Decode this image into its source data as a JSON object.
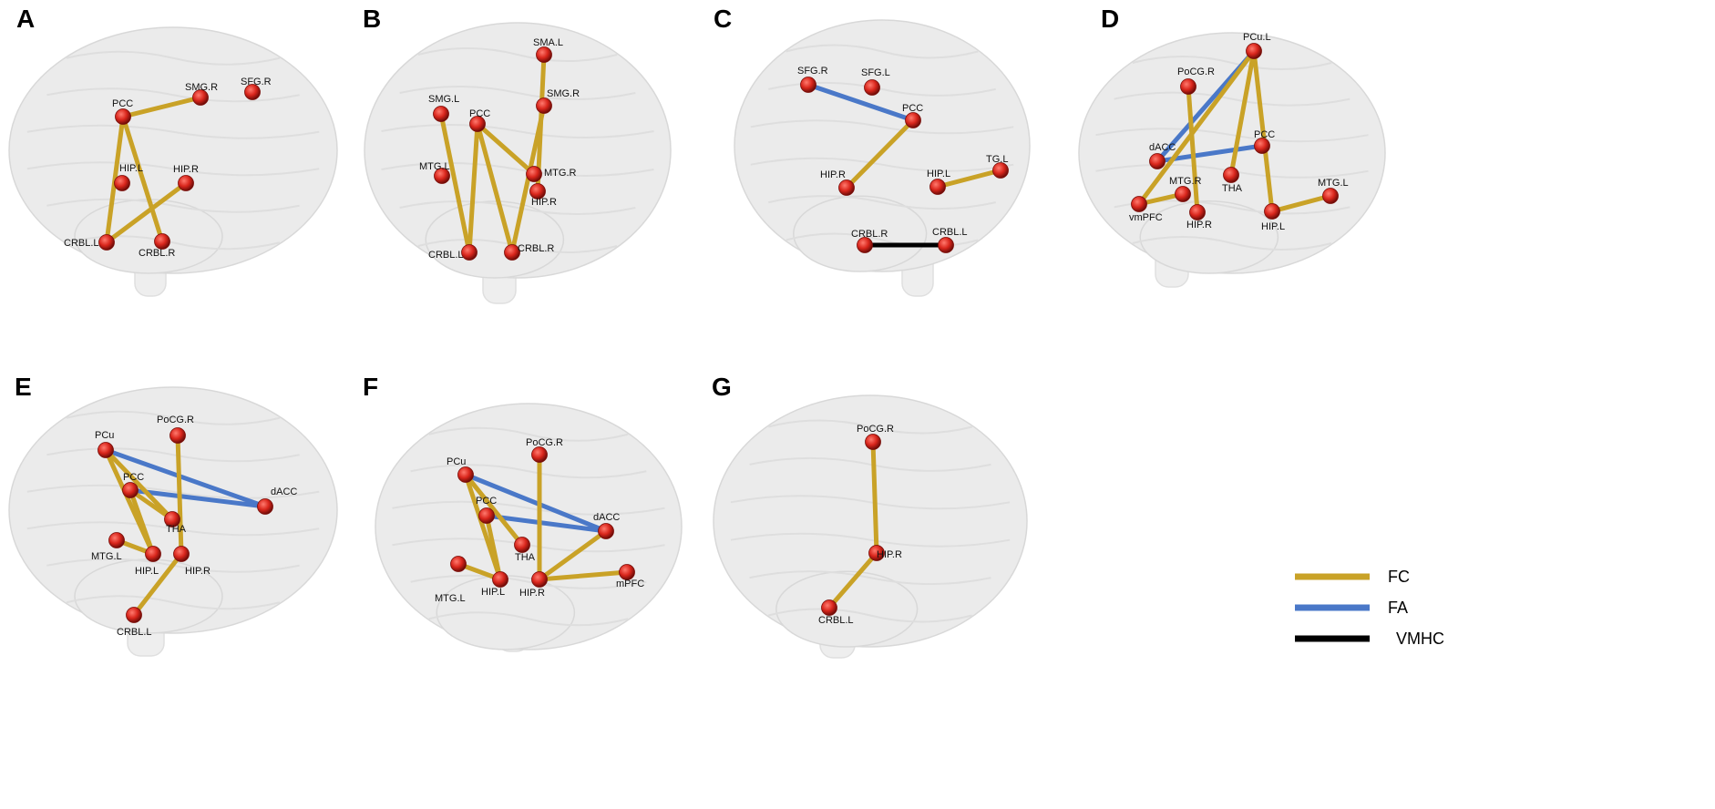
{
  "colors": {
    "FC": "#c9a227",
    "FA": "#4a78c8",
    "VMHC": "#000000",
    "node": "#d9261c"
  },
  "legend": [
    {
      "label": "FC",
      "color": "#c9a227"
    },
    {
      "label": "FA",
      "color": "#4a78c8"
    },
    {
      "label": "VMHC",
      "color": "#000000"
    }
  ],
  "panels": [
    {
      "letter": "A",
      "nodes": [
        "PCC",
        "SMG.R",
        "SFG.R",
        "HIP.L",
        "HIP.R",
        "CRBL.L",
        "CRBL.R"
      ],
      "edges": [
        {
          "from": "PCC",
          "to": "SMG.R",
          "type": "FC"
        },
        {
          "from": "PCC",
          "to": "CRBL.L",
          "type": "FC"
        },
        {
          "from": "PCC",
          "to": "CRBL.R",
          "type": "FC"
        },
        {
          "from": "CRBL.L",
          "to": "HIP.R",
          "type": "FC"
        }
      ]
    },
    {
      "letter": "B",
      "nodes": [
        "SMA.L",
        "SMG.L",
        "PCC",
        "SMG.R",
        "MTG.L",
        "MTG.R",
        "HIP.R",
        "CRBL.L",
        "CRBL.R"
      ],
      "edges": [
        {
          "from": "SMG.L",
          "to": "CRBL.L",
          "type": "FC"
        },
        {
          "from": "PCC",
          "to": "CRBL.L",
          "type": "FC"
        },
        {
          "from": "PCC",
          "to": "CRBL.R",
          "type": "FC"
        },
        {
          "from": "PCC",
          "to": "MTG.R",
          "type": "FC"
        },
        {
          "from": "SMA.L",
          "to": "HIP.R",
          "type": "FC"
        },
        {
          "from": "SMG.R",
          "to": "CRBL.R",
          "type": "FC"
        }
      ]
    },
    {
      "letter": "C",
      "nodes": [
        "SFG.R",
        "SFG.L",
        "PCC",
        "HIP.R",
        "HIP.L",
        "TG.L",
        "CRBL.R",
        "CRBL.L"
      ],
      "edges": [
        {
          "from": "SFG.R",
          "to": "PCC",
          "type": "FA"
        },
        {
          "from": "PCC",
          "to": "HIP.R",
          "type": "FC"
        },
        {
          "from": "HIP.L",
          "to": "TG.L",
          "type": "FC"
        },
        {
          "from": "CRBL.R",
          "to": "CRBL.L",
          "type": "VMHC"
        }
      ]
    },
    {
      "letter": "D",
      "nodes": [
        "PCu.L",
        "PoCG.R",
        "dACC",
        "PCC",
        "MTG.R",
        "THA",
        "vmPFC",
        "HIP.R",
        "HIP.L",
        "MTG.L"
      ],
      "edges": [
        {
          "from": "PCu.L",
          "to": "dACC",
          "type": "FA"
        },
        {
          "from": "dACC",
          "to": "PCC",
          "type": "FA"
        },
        {
          "from": "PCu.L",
          "to": "vmPFC",
          "type": "FC"
        },
        {
          "from": "vmPFC",
          "to": "MTG.R",
          "type": "FC"
        },
        {
          "from": "PCu.L",
          "to": "THA",
          "type": "FC"
        },
        {
          "from": "PCu.L",
          "to": "HIP.L",
          "type": "FC"
        },
        {
          "from": "PoCG.R",
          "to": "HIP.R",
          "type": "FC"
        },
        {
          "from": "HIP.L",
          "to": "MTG.L",
          "type": "FC"
        }
      ]
    },
    {
      "letter": "E",
      "nodes": [
        "PCu",
        "PoCG.R",
        "PCC",
        "dACC",
        "THA",
        "MTG.L",
        "HIP.L",
        "HIP.R",
        "CRBL.L"
      ],
      "edges": [
        {
          "from": "PCu",
          "to": "dACC",
          "type": "FA"
        },
        {
          "from": "PCC",
          "to": "dACC",
          "type": "FA"
        },
        {
          "from": "PCu",
          "to": "THA",
          "type": "FC"
        },
        {
          "from": "PCu",
          "to": "HIP.L",
          "type": "FC"
        },
        {
          "from": "PCC",
          "to": "THA",
          "type": "FC"
        },
        {
          "from": "PCC",
          "to": "HIP.L",
          "type": "FC"
        },
        {
          "from": "MTG.L",
          "to": "HIP.L",
          "type": "FC"
        },
        {
          "from": "PoCG.R",
          "to": "HIP.R",
          "type": "FC"
        },
        {
          "from": "HIP.R",
          "to": "CRBL.L",
          "type": "FC"
        }
      ]
    },
    {
      "letter": "F",
      "nodes": [
        "PoCG.R",
        "PCu",
        "PCC",
        "dACC",
        "THA",
        "MTG.L",
        "HIP.L",
        "HIP.R",
        "mPFC"
      ],
      "edges": [
        {
          "from": "PCu",
          "to": "dACC",
          "type": "FA"
        },
        {
          "from": "PCC",
          "to": "dACC",
          "type": "FA"
        },
        {
          "from": "PCu",
          "to": "THA",
          "type": "FC"
        },
        {
          "from": "PCu",
          "to": "HIP.L",
          "type": "FC"
        },
        {
          "from": "PCC",
          "to": "HIP.L",
          "type": "FC"
        },
        {
          "from": "MTG.L",
          "to": "HIP.L",
          "type": "FC"
        },
        {
          "from": "PoCG.R",
          "to": "HIP.R",
          "type": "FC"
        },
        {
          "from": "HIP.R",
          "to": "dACC",
          "type": "FC"
        },
        {
          "from": "HIP.R",
          "to": "mPFC",
          "type": "FC"
        }
      ]
    },
    {
      "letter": "G",
      "nodes": [
        "PoCG.R",
        "HIP.R",
        "CRBL.L"
      ],
      "edges": [
        {
          "from": "PoCG.R",
          "to": "HIP.R",
          "type": "FC"
        },
        {
          "from": "HIP.R",
          "to": "CRBL.L",
          "type": "FC"
        }
      ]
    }
  ]
}
